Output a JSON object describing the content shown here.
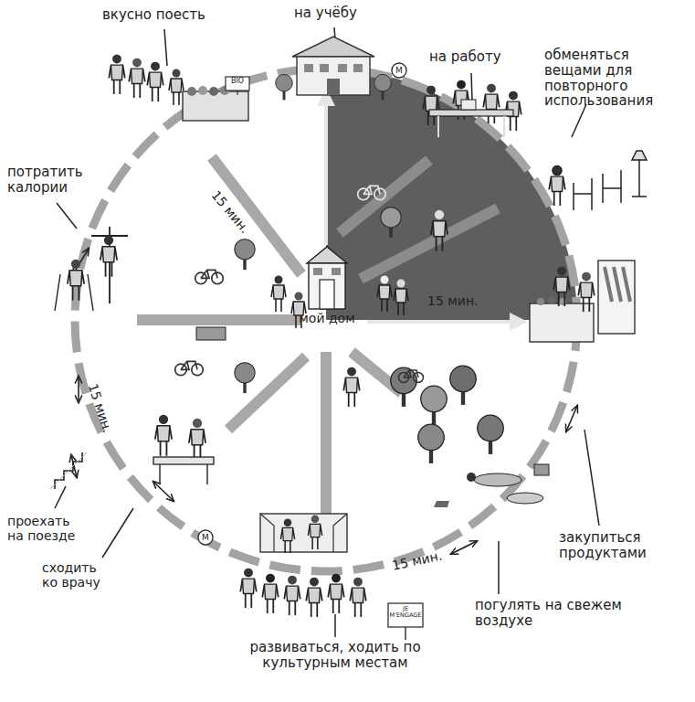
{
  "diagram": {
    "nodes": [
      {
        "text": [
          "мой дом"
        ]
      }
    ],
    "labels": [
      "вкусно поесть",
      "на учёбу",
      "на работу",
      "обменяться вещами для повторного использования",
      "потратить калории",
      "15 мин.",
      "15 мин.",
      "15 мин.",
      "15 мин.",
      "проехать на поезде",
      "сходить ко врачу",
      "закупиться продуктами",
      "погулять на свежем воздухе",
      "развиваться, ходить по культурным местам",
      "BIO",
      "M",
      "M",
      "JE M'ENGAGE"
    ]
  }
}
